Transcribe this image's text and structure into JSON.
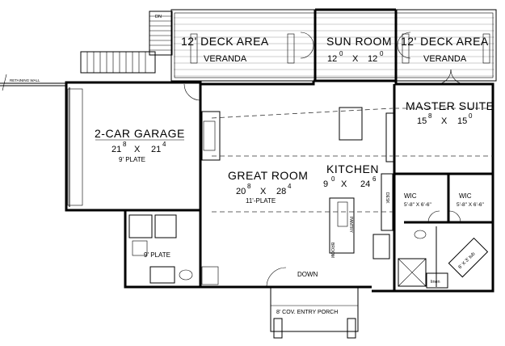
{
  "labels": {
    "deck_left_title": "12' DECK AREA",
    "deck_left_sub": "VERANDA",
    "sun_room_title": "SUN ROOM",
    "sun_room_w": "12",
    "sun_room_w_sup": "0",
    "sun_room_x": "X",
    "sun_room_h": "12",
    "sun_room_h_sup": "0",
    "deck_right_title": "12' DECK AREA",
    "deck_right_sub": "VERANDA",
    "garage_title": "2-CAR GARAGE",
    "garage_w": "21",
    "garage_w_sup": "8",
    "garage_x": "X",
    "garage_h": "21",
    "garage_h_sup": "4",
    "garage_plate": "9' PLATE",
    "great_room_title": "GREAT ROOM",
    "great_room_w": "20",
    "great_room_w_sup": "8",
    "great_room_x": "X",
    "great_room_h": "28",
    "great_room_h_sup": "4",
    "great_room_plate": "11'-PLATE",
    "kitchen_title": "KITCHEN",
    "kitchen_w": "9",
    "kitchen_w_sup": "0",
    "kitchen_x": "X",
    "kitchen_h": "24",
    "kitchen_h_sup": "6",
    "master_title": "MASTER SUITE",
    "master_w": "15",
    "master_w_sup": "8",
    "master_x": "X",
    "master_h": "15",
    "master_h_sup": "0",
    "wic_left": "WIC",
    "wic_left_dims": "5'-8\" X 6'-6\"",
    "wic_right": "WIC",
    "wic_right_dims": "5'-8\" X 6'-6\"",
    "tub_label": "6' X 3' tub",
    "linen": "linen",
    "laundry_plate": "9' PLATE",
    "entry_porch": "8' COV. ENTRY PORCH",
    "retaining_wall": "RETAINING WALL",
    "dn_top": "DN",
    "down_front": "DOWN",
    "pantry": "PANTRY",
    "desk": "DESK",
    "broom": "BROOM"
  }
}
